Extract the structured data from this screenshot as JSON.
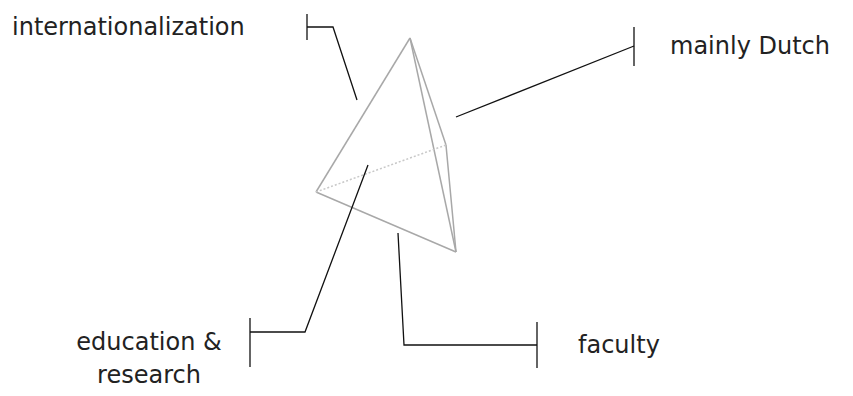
{
  "diagram": {
    "labels": [
      "internationalization",
      "mainly Dutch",
      "education & research",
      "faculty"
    ]
  }
}
